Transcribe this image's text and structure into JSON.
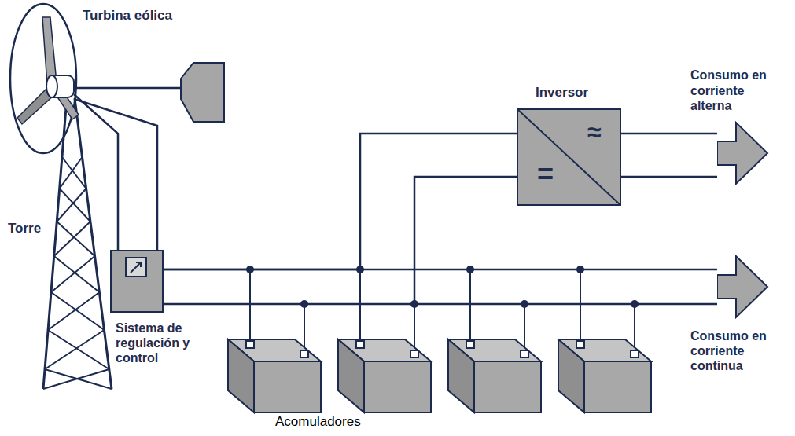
{
  "diagram": {
    "nodes": [
      {
        "text": [
          "Sistema de regulación y control"
        ]
      },
      {
        "text": [
          "Inversor",
          "≈",
          "="
        ]
      },
      {
        "text": [
          "Consumo en corriente alterna"
        ]
      },
      {
        "text": [
          "Consumo en corriente continua"
        ]
      }
    ],
    "edges": [
      {
        "from": 0,
        "to": 1,
        "arrow": "none"
      },
      {
        "from": 1,
        "to": 2,
        "arrow": "none"
      },
      {
        "from": 0,
        "to": 3,
        "arrow": "none"
      }
    ],
    "labels": [
      "Turbina eólica",
      "Torre",
      "Acomuladores"
    ]
  }
}
